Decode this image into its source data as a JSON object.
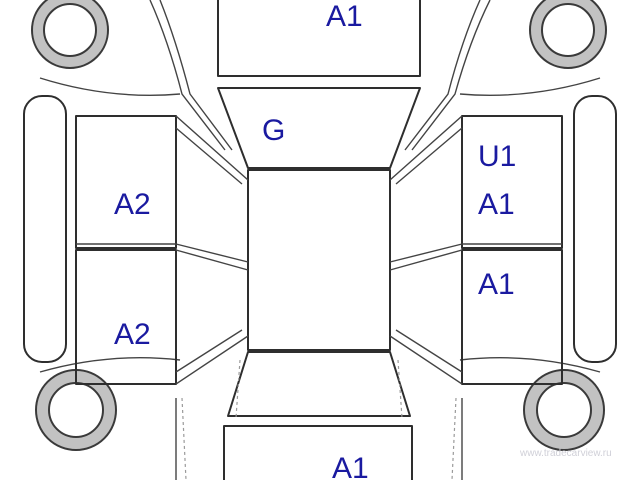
{
  "labels": {
    "hood": "A1",
    "windshield": "G",
    "left_front_door": "A2",
    "left_rear_door": "A2",
    "right_front_door_line1": "U1",
    "right_front_door_line2": "A1",
    "right_rear_door": "A1",
    "trunk": "A1"
  },
  "watermark": "www.tradecarview.ru",
  "colors": {
    "label": "#1a1aa0",
    "tire": "#c2c2c2",
    "outline": "#2e2e2e",
    "watermark": "#d0d0d8"
  }
}
